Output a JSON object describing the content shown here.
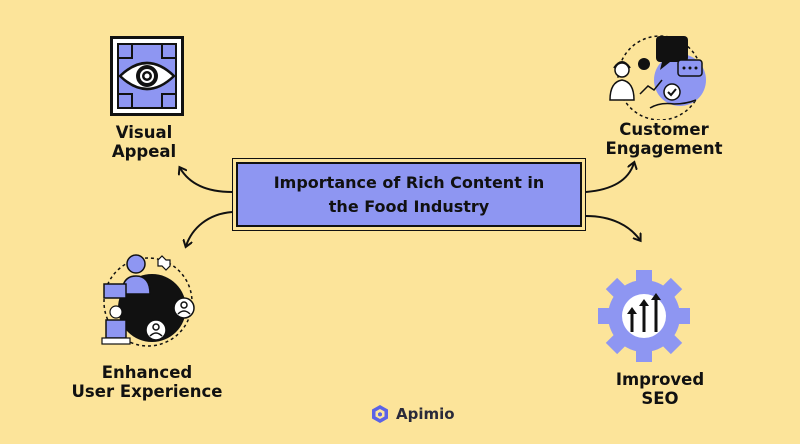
{
  "center": {
    "line1": "Importance of Rich Content in",
    "line2": "the Food Industry"
  },
  "nodes": {
    "visual_appeal": {
      "line1": "Visual",
      "line2": "Appeal",
      "icon": "eye-icon"
    },
    "customer_engagement": {
      "line1": "Customer",
      "line2": "Engagement",
      "icon": "customer-engagement-icon"
    },
    "user_experience": {
      "line1": "Enhanced",
      "line2": "User Experience",
      "icon": "user-experience-icon"
    },
    "improved_seo": {
      "line1": "Improved",
      "line2": "SEO",
      "icon": "seo-gear-icon"
    }
  },
  "brand": {
    "name": "Apimio"
  },
  "colors": {
    "background": "#FCE49A",
    "accent": "#8E96F2",
    "ink": "#111111"
  }
}
